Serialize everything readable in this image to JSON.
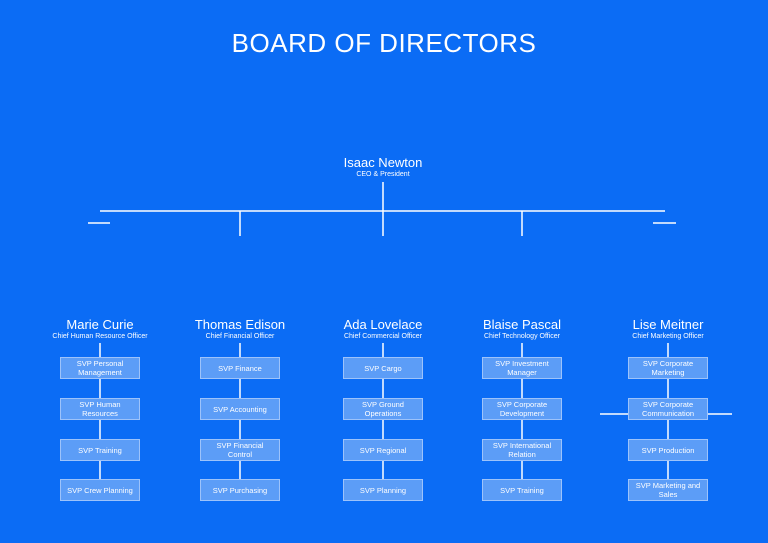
{
  "title": "BOARD OF DIRECTORS",
  "ceo": {
    "name": "Isaac Newton",
    "role": "CEO & President"
  },
  "officers": [
    {
      "name": "Marie Curie",
      "role": "Chief Human Resource Officer",
      "units": [
        "SVP Personal Management",
        "SVP Human Resources",
        "SVP Training",
        "SVP Crew Planning"
      ]
    },
    {
      "name": "Thomas Edison",
      "role": "Chief Financial Officer",
      "units": [
        "SVP Finance",
        "SVP Accounting",
        "SVP Financial Control",
        "SVP Purchasing"
      ]
    },
    {
      "name": "Ada Lovelace",
      "role": "Chief Commercial Officer",
      "units": [
        "SVP Cargo",
        "SVP Ground Operations",
        "SVP Regional",
        "SVP Planning"
      ]
    },
    {
      "name": "Blaise Pascal",
      "role": "Chief Technology Officer",
      "units": [
        "SVP Investment Manager",
        "SVP Corporate Development",
        "SVP International Relation",
        "SVP Training"
      ]
    },
    {
      "name": "Lise Meitner",
      "role": "Chief Marketing Officer",
      "units": [
        "SVP Corporate Marketing",
        "SVP Corporate Communication",
        "SVP Production",
        "SVP Marketing and Sales"
      ]
    }
  ],
  "colors": {
    "background": "#0B6CF5",
    "box_fill": "#5C9DF7",
    "box_border": "#9DC3FB",
    "line": "#FFFFFF"
  }
}
